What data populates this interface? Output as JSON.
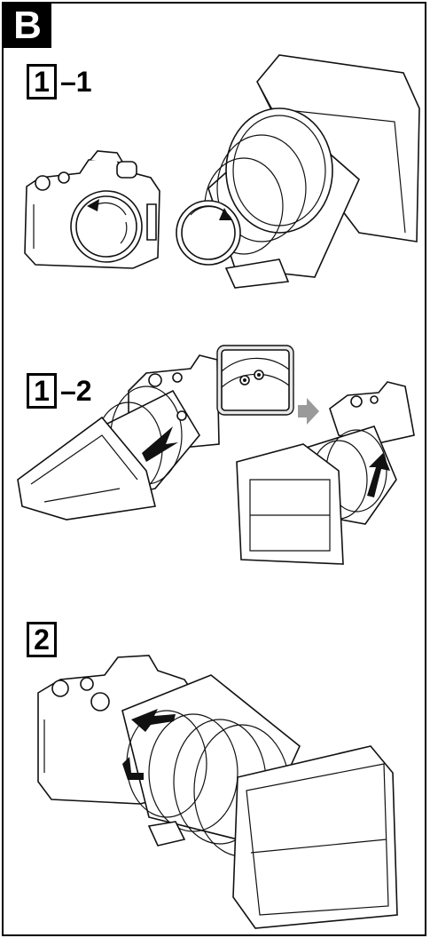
{
  "section": {
    "label": "B"
  },
  "steps": [
    {
      "number": "1",
      "suffix": "–1"
    },
    {
      "number": "1",
      "suffix": "–2"
    },
    {
      "number": "2",
      "suffix": ""
    }
  ]
}
